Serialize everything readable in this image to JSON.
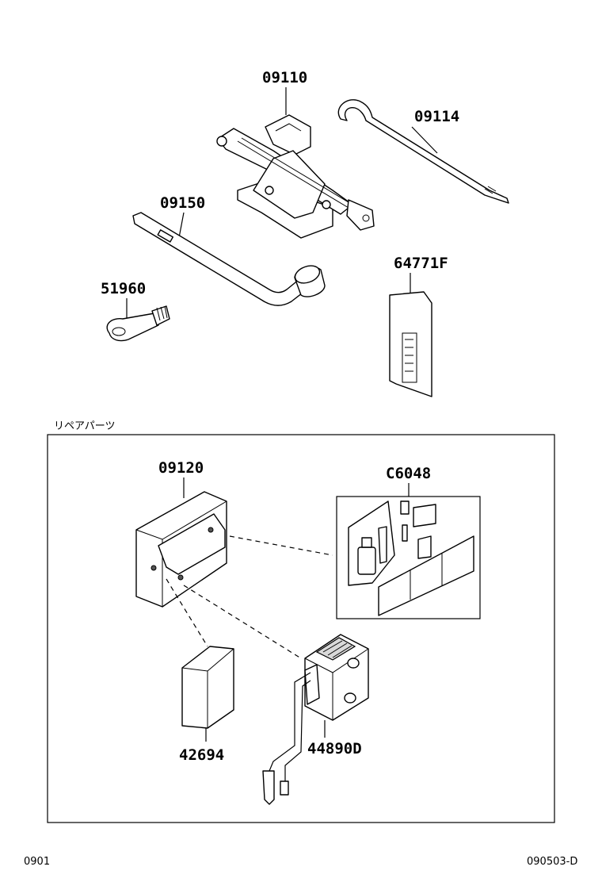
{
  "parts": {
    "p09110": "09110",
    "p09114": "09114",
    "p09150": "09150",
    "p51960": "51960",
    "p64771F": "64771F",
    "p09120": "09120",
    "pC6048": "C6048",
    "p42694": "42694",
    "p44890D": "44890D"
  },
  "repair_box_title": "リペアパーツ",
  "footer": {
    "left": "0901",
    "right": "090503-D"
  }
}
